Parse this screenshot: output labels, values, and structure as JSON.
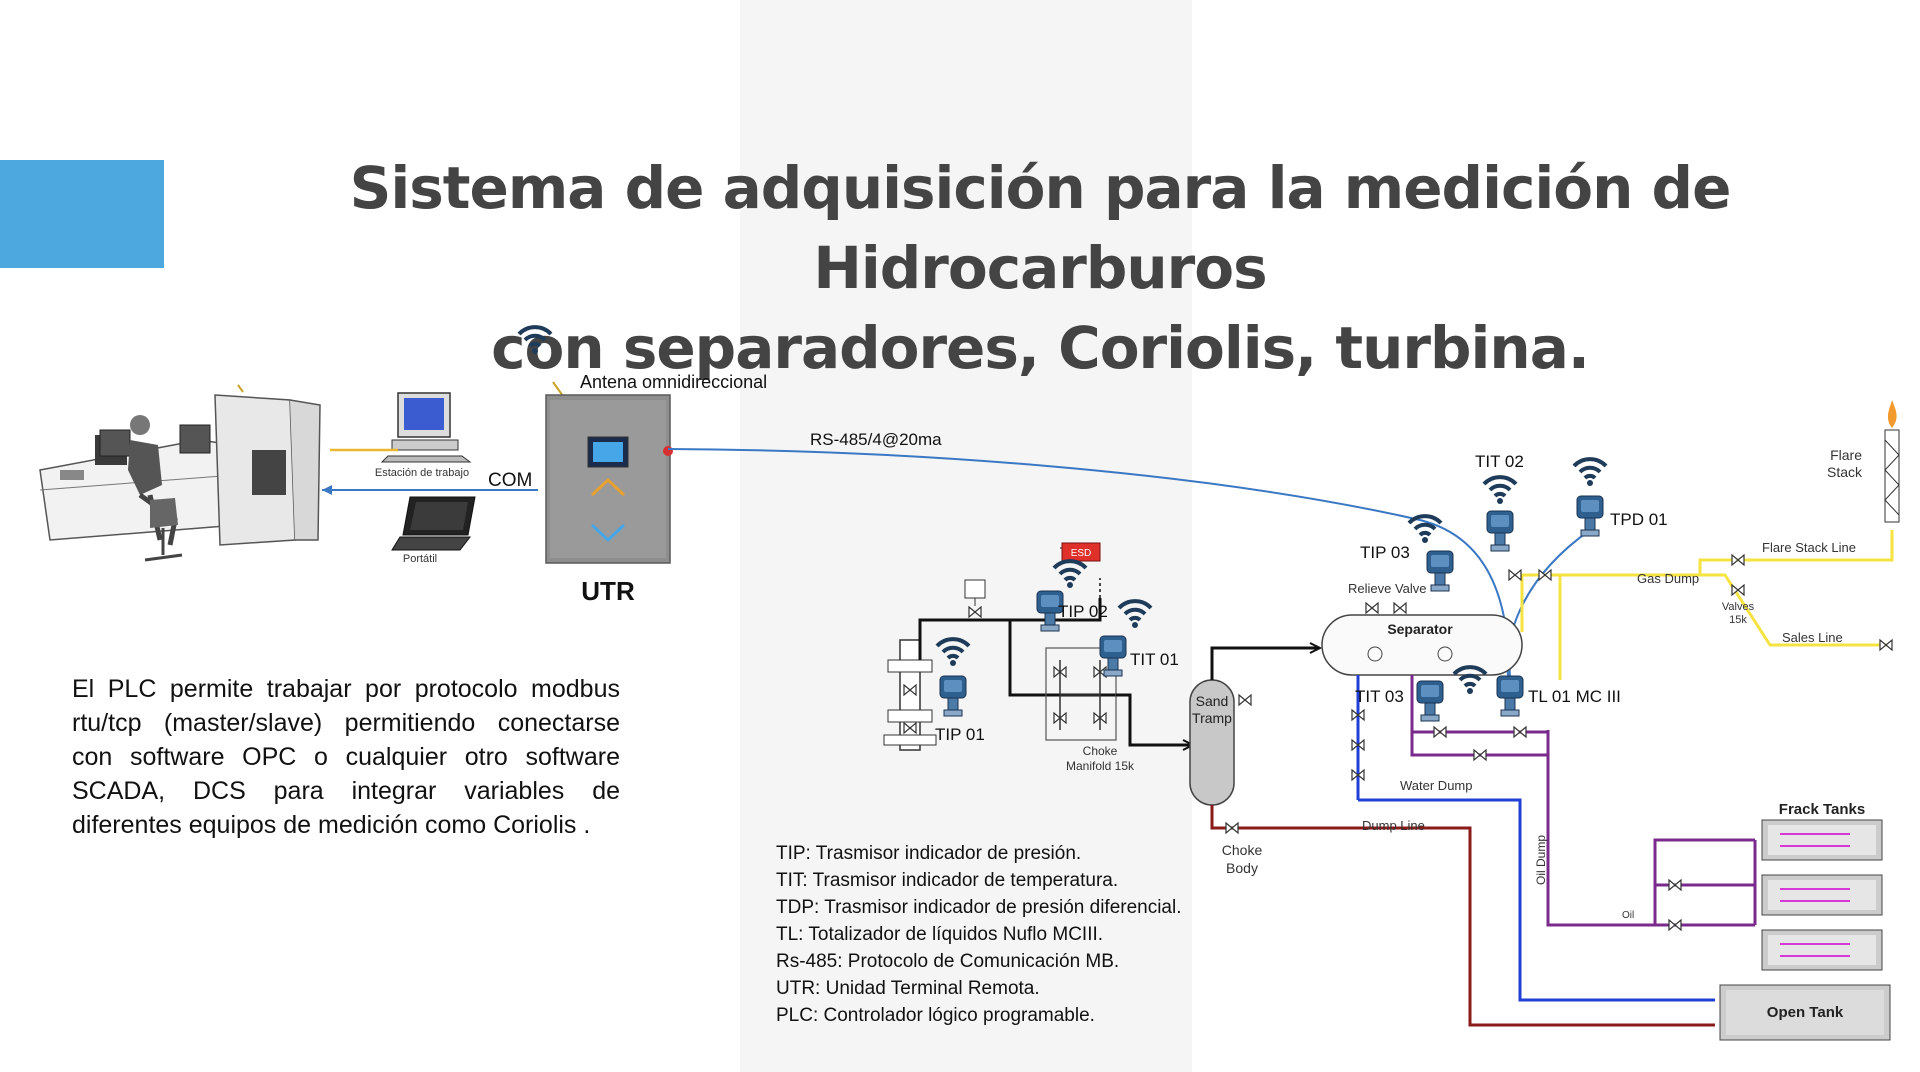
{
  "title": {
    "line1": "Sistema de adquisición para la medición de Hidrocarburos",
    "line2": "con separadores, Coriolis, turbina."
  },
  "description": "El PLC permite trabajar por protocolo modbus rtu/tcp (master/slave) permitiendo conectarse con software OPC o cualquier otro software SCADA, DCS para integrar variables de diferentes equipos de medición como Coriolis .",
  "control_room": {
    "workstation_label": "Estación de trabajo",
    "laptop_label": "Portátil",
    "com_label": "COM"
  },
  "utr": {
    "label": "UTR",
    "antenna_label": "Antena omnidireccional",
    "link_label": "RS-485/4@20ma"
  },
  "process": {
    "esd": "ESD",
    "tip01": "TIP 01",
    "tip02": "TIP 02",
    "tit01": "TIT 01",
    "tip03": "TIP 03",
    "tit02": "TIT 02",
    "tpd01": "TPD 01",
    "tit03": "TIT 03",
    "tl01": "TL 01 MC III",
    "choke_manifold_1": "Choke",
    "choke_manifold_2": "Manifold 15k",
    "sand_1": "Sand",
    "sand_2": "Tramp",
    "relieve_valve": "Relieve Valve",
    "separator": "Separator",
    "choke_body_1": "Choke",
    "choke_body_2": "Body",
    "gas_dump": "Gas Dump",
    "valves_1": "Valves",
    "valves_2": "15k",
    "flare_stack_1": "Flare",
    "flare_stack_2": "Stack",
    "flare_stack_line": "Flare Stack Line",
    "sales_line": "Sales Line",
    "water_dump": "Water Dump",
    "dump_line": "Dump Line",
    "oil_dump": "Oil Dump",
    "oil": "Oil",
    "frack_tanks": "Frack Tanks",
    "open_tank": "Open Tank"
  },
  "legend": [
    "TIP:  Trasmisor indicador de presión.",
    "TIT:  Trasmisor indicador de temperatura.",
    "TDP: Trasmisor  indicador de presión diferencial.",
    "TL: Totalizador de líquidos Nuflo MCIII.",
    "Rs-485: Protocolo de Comunicación MB.",
    "UTR: Unidad Terminal Remota.",
    "PLC: Controlador lógico programable."
  ],
  "colors": {
    "accent": "#4ea8e0",
    "title": "#444444",
    "gas_line": "#f5e342",
    "water_line": "#1f3fd6",
    "oil_line": "#7a2a8c",
    "dump_line": "#8b1a1a",
    "signal_line": "#3a78c4",
    "esd": "#e0302a"
  }
}
